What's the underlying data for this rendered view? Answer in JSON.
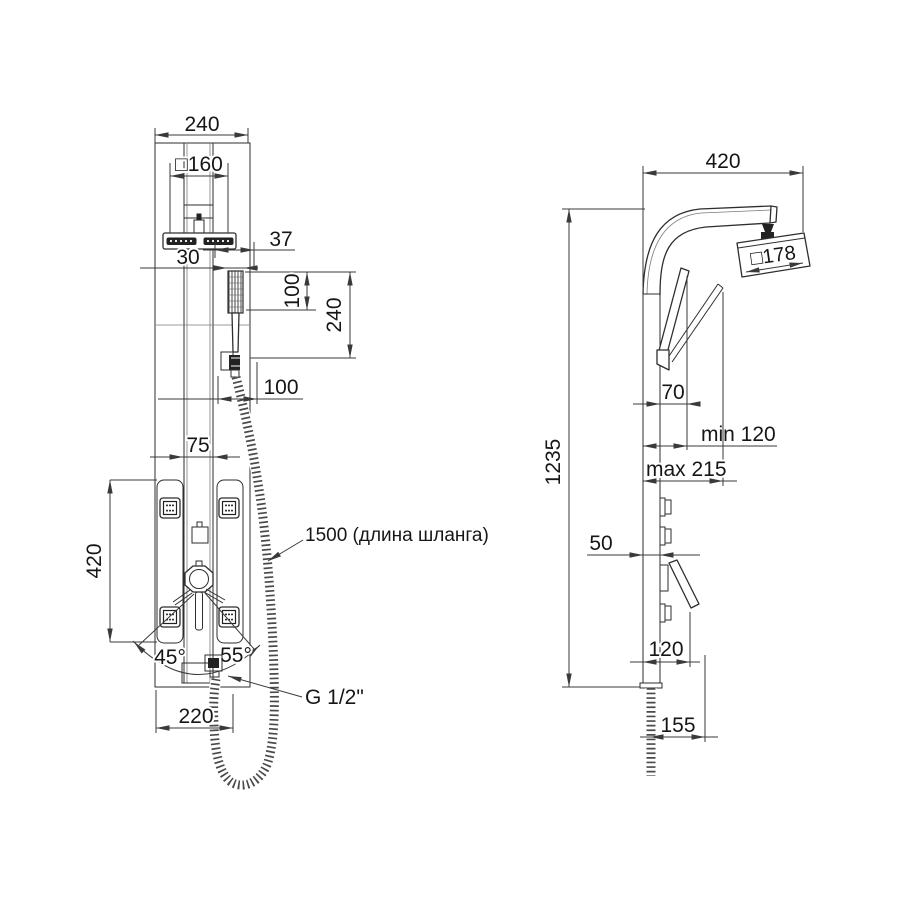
{
  "drawing_type": "shower-panel-dimension-drawing",
  "colors": {
    "background": "#ffffff",
    "line": "#2e2e2e",
    "dimension": "#3a3a3a",
    "text": "#161616"
  },
  "front_view": {
    "width_top": "240",
    "head_square": "□160",
    "offset_37": "37",
    "offset_30": "30",
    "hand_shower_height": "100",
    "hand_shower_zone": "240",
    "holder_offset": "100",
    "rail_width": "75",
    "jets_zone_height": "420",
    "bottom_width": "220",
    "angle_left": "45°",
    "angle_right": "55°",
    "hose_note": "1500 (длина шланга)",
    "thread_note": "G 1/2\""
  },
  "side_view": {
    "reach_top": "420",
    "head_square": "□178",
    "total_height": "1235",
    "hand_shower_protrusion": "70",
    "min_protrusion": "min 120",
    "max_protrusion": "max 215",
    "panel_depth": "50",
    "lever_protrusion": "120",
    "bottom_protrusion": "155"
  }
}
